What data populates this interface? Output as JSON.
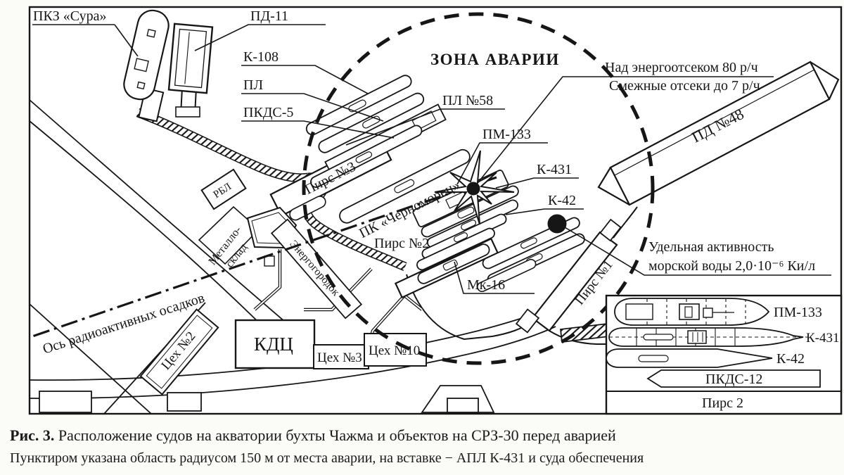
{
  "figure": {
    "caption_num": "Рис. 3.",
    "caption_title": " Расположение судов на акватории бухты Чажма и объектов на СРЗ-30 перед аварией",
    "caption_note": "Пунктиром указана область радиусом 150 м от места аварии, на вставке − АПЛ К-431 и суда обеспечения"
  },
  "map": {
    "zone_label": "ЗОНА АВАРИИ",
    "fallout_axis": "Ось радиоактивных осадков",
    "ships": {
      "pkz_sura": "ПКЗ «Сура»",
      "pd11": "ПД-11",
      "k108": "К-108",
      "pl": "ПЛ",
      "pkds5": "ПКДС-5",
      "pl58": "ПЛ №58",
      "pm133": "ПМ-133",
      "k431": "К-431",
      "k42": "К-42",
      "mk16": "Мк-16",
      "pd48": "ПД №48",
      "chernomorets": "ПК «Черноморец»"
    },
    "piers": {
      "pier1": "Пирс №1",
      "pier2": "Пирс №2",
      "pier3": "Пирс №3"
    },
    "buildings": {
      "rbl": "РБЛ",
      "metal_sklad_line1": "Металло-",
      "metal_sklad_line2": "склад",
      "energogorodok": "Энергогородок",
      "tseh2": "Цех №2",
      "kdc": "КДЦ",
      "tseh3": "Цех №3",
      "tseh10": "Цех №10"
    },
    "annotations": {
      "radiation_line1": "Над энергоотсеком 80 р/ч",
      "radiation_line2": "Смежные отсеки до 7 р/ч",
      "activity_line1": "Удельная активность",
      "activity_line2": "морской воды 2,0·10⁻⁶ Ки/л"
    }
  },
  "inset": {
    "pm133": "ПМ-133",
    "k431": "К-431",
    "k42": "К-42",
    "pkds12": "ПКДС-12",
    "pier2": "Пирс 2"
  },
  "colors": {
    "ink": "#161616",
    "paper": "#ffffff"
  }
}
